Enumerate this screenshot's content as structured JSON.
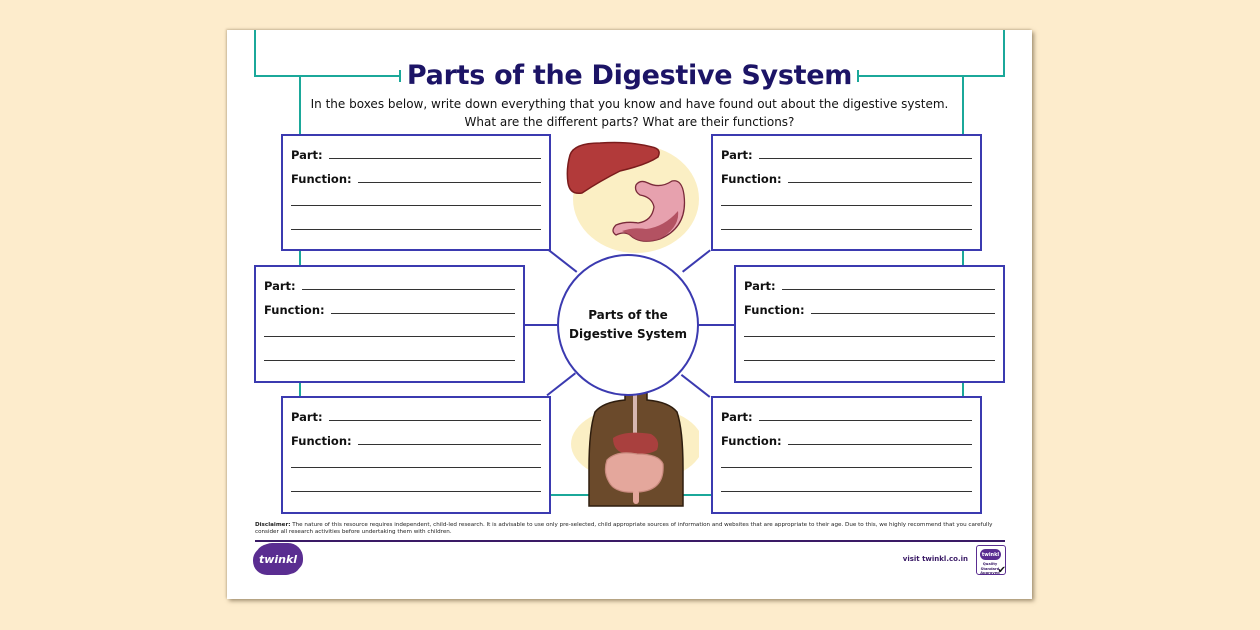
{
  "worksheet": {
    "title": "Parts of the Digestive System",
    "instructions": [
      "In the boxes below, write down everything that you know and have found out about the digestive system.",
      "What are the different parts? What are their functions?"
    ],
    "center_label_line1": "Parts of the",
    "center_label_line2": "Digestive System",
    "boxes": [
      {
        "position": "top-left",
        "part_label": "Part:",
        "function_label": "Function:"
      },
      {
        "position": "top-right",
        "part_label": "Part:",
        "function_label": "Function:"
      },
      {
        "position": "middle-left",
        "part_label": "Part:",
        "function_label": "Function:"
      },
      {
        "position": "middle-right",
        "part_label": "Part:",
        "function_label": "Function:"
      },
      {
        "position": "bottom-left",
        "part_label": "Part:",
        "function_label": "Function:"
      },
      {
        "position": "bottom-right",
        "part_label": "Part:",
        "function_label": "Function:"
      }
    ],
    "images": [
      "liver-and-stomach-illustration",
      "human-digestive-system-illustration"
    ]
  },
  "footer": {
    "disclaimer_label": "Disclaimer:",
    "disclaimer_text": "The nature of this resource requires independent, child-led research. It is advisable to use only pre-selected, child appropriate sources of information and websites that are appropriate to their age. Due to this, we highly recommend that you carefully consider all research activities before undertaking them with children.",
    "logo_text": "twinkl",
    "visit_text": "visit twinkl.co.in",
    "badge_brand": "twinkl",
    "badge_text": "Quality Standard Approved"
  },
  "colors": {
    "background": "#fdeccc",
    "title": "#1c1466",
    "box_border": "#3b3ab0",
    "frame_teal": "#1ba89a",
    "brand_purple": "#5a2d91"
  }
}
